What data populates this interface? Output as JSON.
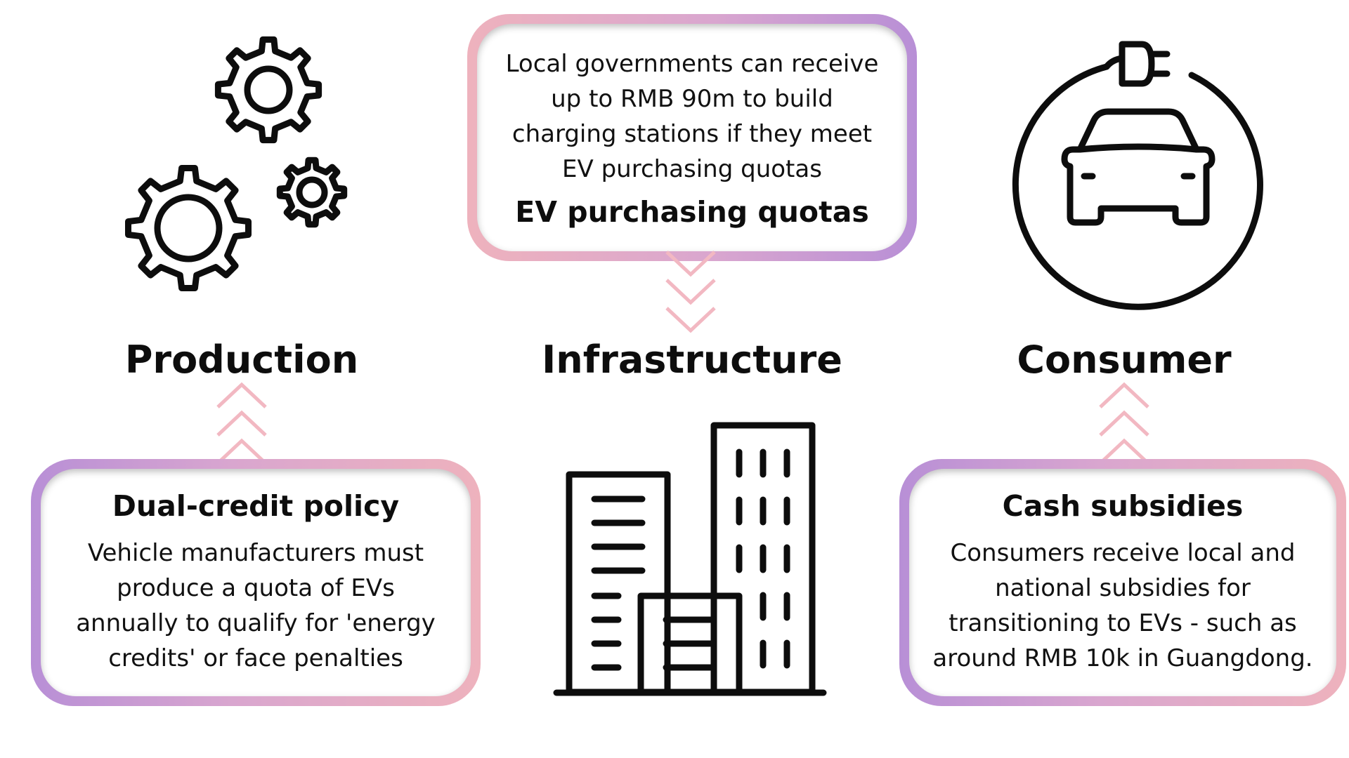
{
  "sections": {
    "production": {
      "title": "Production",
      "icon": "gears-icon"
    },
    "infrastructure": {
      "title": "Infrastructure",
      "icon": "buildings-icon"
    },
    "consumer": {
      "title": "Consumer",
      "icon": "electric-car-plug-icon"
    }
  },
  "boxes": {
    "dual_credit": {
      "title": "Dual-credit policy",
      "lines": [
        "Vehicle manufacturers must",
        "produce a quota of EVs",
        "annually to qualify for 'energy",
        "credits' or face penalties"
      ]
    },
    "ev_quotas": {
      "lines": [
        "Local governments can receive",
        "up to RMB 90m to build",
        "charging stations if they meet",
        "EV purchasing quotas"
      ],
      "title": "EV purchasing quotas"
    },
    "cash_subsidies": {
      "title": "Cash subsidies",
      "lines": [
        "Consumers receive local and",
        "national subsidies for",
        "transitioning to EVs - such as",
        "around RMB 10k in Guangdong."
      ]
    }
  },
  "colors": {
    "gradient_pink": "#eeb2bd",
    "gradient_purple": "#b88fd6",
    "chevron": "#f2b8c2",
    "ink": "#0d0d0d"
  }
}
